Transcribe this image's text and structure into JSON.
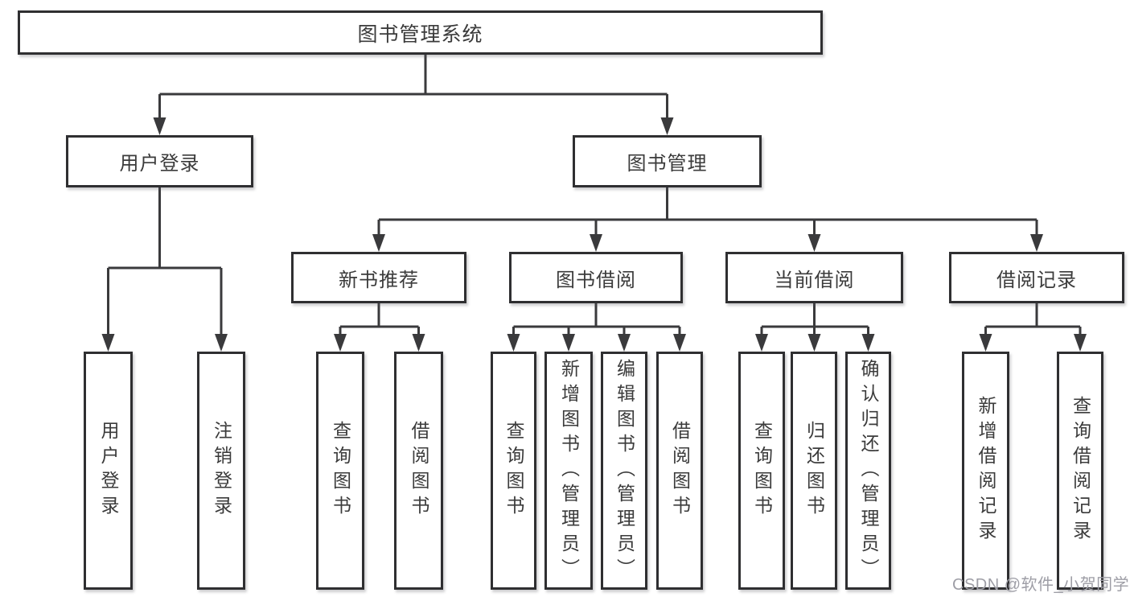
{
  "diagram": {
    "title": "图书管理系统",
    "level2": {
      "user_login": "用户登录",
      "book_management": "图书管理"
    },
    "level3": {
      "new_books": "新书推荐",
      "book_borrowing": "图书借阅",
      "current_borrowing": "当前借阅",
      "borrowing_records": "借阅记录"
    },
    "leaves": {
      "user_login": "用户登录",
      "logout": "注销登录",
      "nb_query_books": "查询图书",
      "nb_borrow_books": "借阅图书",
      "bb_query_books": "查询图书",
      "bb_add_books": "新增图书（管理员）",
      "bb_edit_books": "编辑图书（管理员）",
      "bb_borrow_books": "借阅图书",
      "cb_query_books": "查询图书",
      "cb_return_books": "归还图书",
      "cb_confirm_return": "确认归还（管理员）",
      "br_add_record": "新增借阅记录",
      "br_query_record": "查询借阅记录"
    }
  },
  "watermark": "CSDN @软件_小贺同学",
  "colors": {
    "line": "#3a3a3c",
    "border": "#2f2f31",
    "text": "#3b3b3b",
    "background": "#ffffff",
    "watermark": "#9e9ea6"
  }
}
